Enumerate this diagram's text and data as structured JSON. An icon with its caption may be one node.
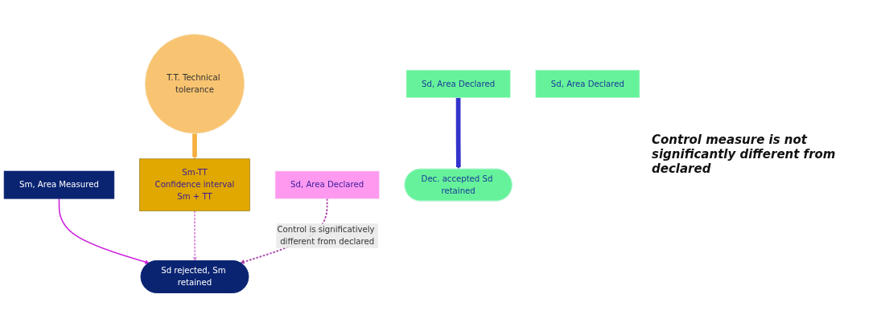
{
  "diagram": {
    "nodes": [
      {
        "text": [
          "T.T. Technical tolerance"
        ]
      },
      {
        "text": [
          "Sd, Area Declared"
        ]
      },
      {
        "text": [
          "Sm, Area Measured"
        ]
      },
      {
        "text": [
          "Sd, Area Declared"
        ]
      },
      {
        "text": [
          "Sd, Area Declared"
        ]
      },
      {
        "text": [
          "Sm-TT",
          "Confidence interval",
          "Sm + TT"
        ]
      },
      {
        "text": [
          "Dec. accepted Sd retained"
        ]
      },
      {
        "text": [
          "Sd rejected, Sm retained"
        ]
      }
    ],
    "edges": [
      {
        "from": 0,
        "to": 5,
        "arrow": "to",
        "style": "thick",
        "color": "#f5b041"
      },
      {
        "from": 1,
        "to": 6,
        "arrow": "to",
        "style": "thick",
        "color": "#3333cc"
      },
      {
        "from": 2,
        "to": 7,
        "arrow": "to",
        "color": "#cc22dd"
      },
      {
        "from": 5,
        "to": 7,
        "arrow": "to",
        "style": "dashed",
        "color": "#dd88dd"
      },
      {
        "from": 4,
        "to": 7,
        "arrow": "to",
        "label": "Control is significatively different from declared",
        "style": "dashed",
        "color": "#aa44aa"
      }
    ],
    "labels": [
      "Control measure is not significantly different from declared"
    ]
  }
}
